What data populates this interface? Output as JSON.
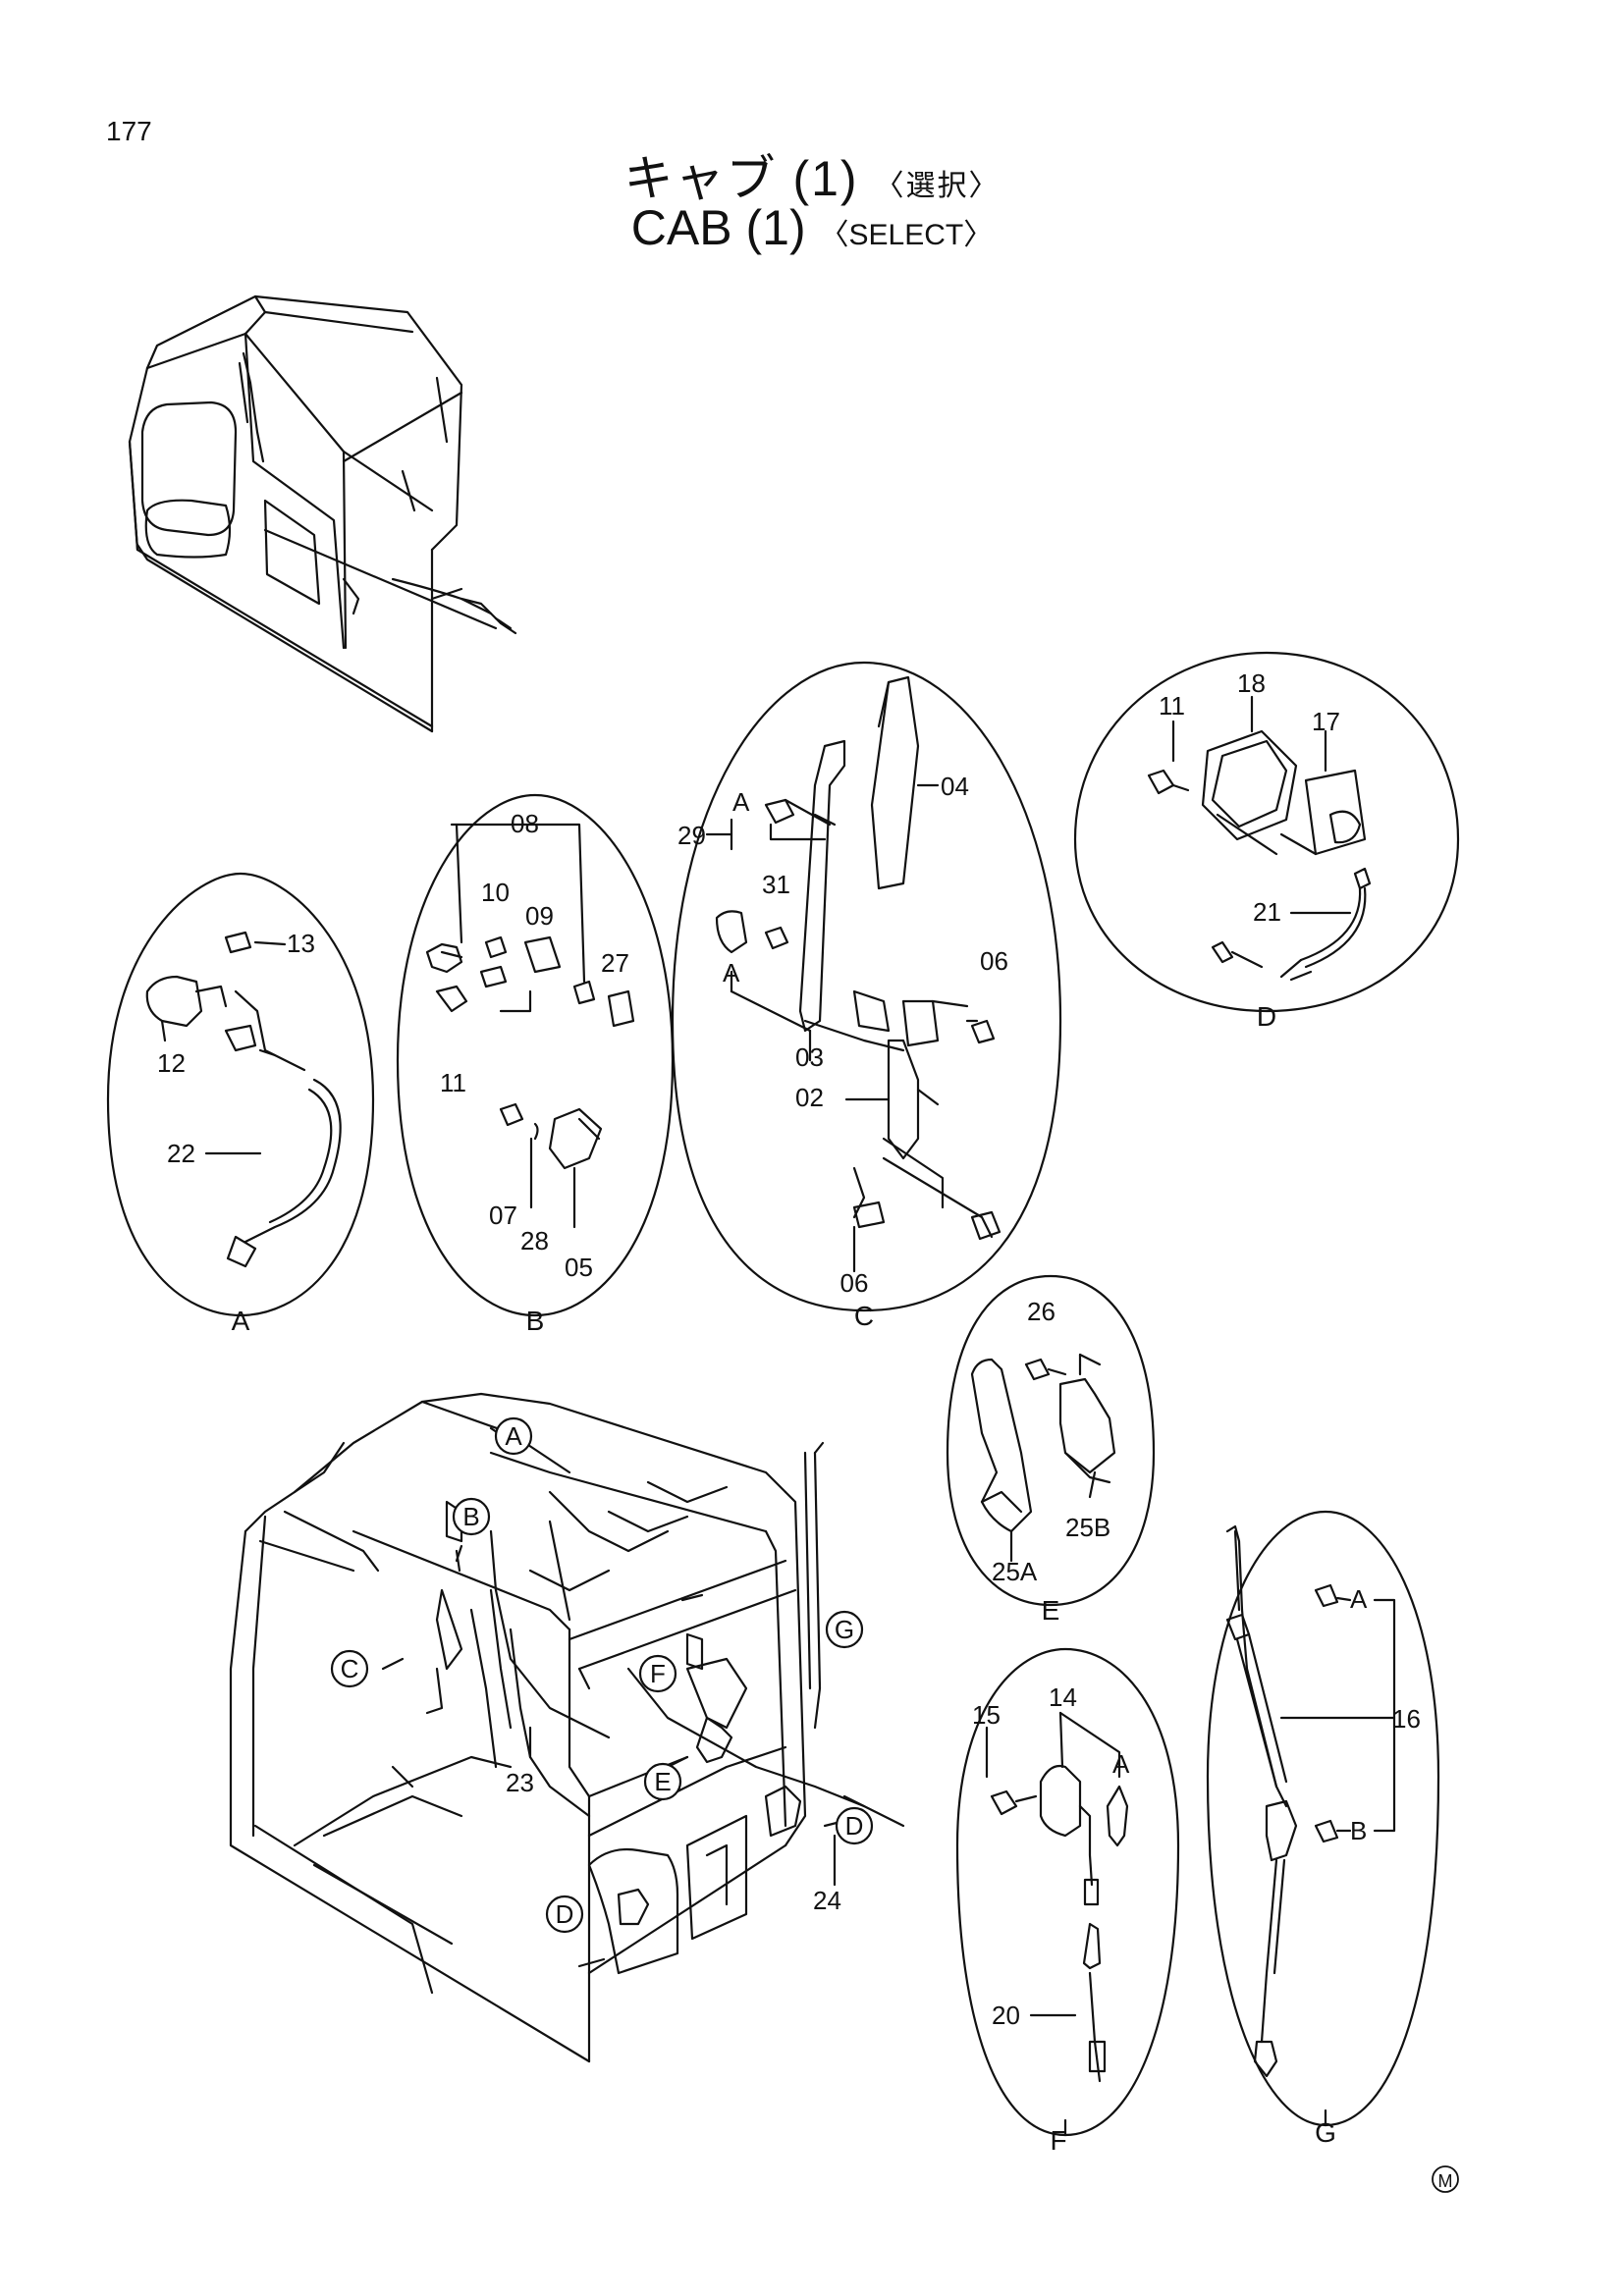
{
  "page_number": "177",
  "title_jp": "キャブ (1)",
  "title_jp_select": "〈選択〉",
  "title_en": "CAB (1)",
  "title_en_select": "〈SELECT〉",
  "callouts": {
    "A": "A",
    "B": "B",
    "C": "C",
    "D": "D",
    "E": "E",
    "F": "F",
    "G": "G"
  },
  "detail_A": {
    "caption": "A",
    "parts": [
      "13",
      "12",
      "22"
    ]
  },
  "detail_B": {
    "caption": "B",
    "parts": [
      "08",
      "10",
      "09",
      "27",
      "11",
      "07",
      "28",
      "05"
    ]
  },
  "detail_C": {
    "caption": "C",
    "parts": [
      "04",
      "29",
      "A",
      "31",
      "A",
      "06",
      "03",
      "02",
      "06"
    ]
  },
  "detail_D": {
    "caption": "D",
    "parts": [
      "11",
      "18",
      "17",
      "21"
    ]
  },
  "detail_E": {
    "caption": "E",
    "parts": [
      "26",
      "25A",
      "25B"
    ]
  },
  "detail_F": {
    "caption": "F",
    "parts": [
      "14",
      "15",
      "A",
      "20"
    ]
  },
  "detail_G": {
    "caption": "G",
    "parts": [
      "A",
      "16",
      "B"
    ]
  },
  "main_parts": [
    "23",
    "24"
  ],
  "mark": "M"
}
